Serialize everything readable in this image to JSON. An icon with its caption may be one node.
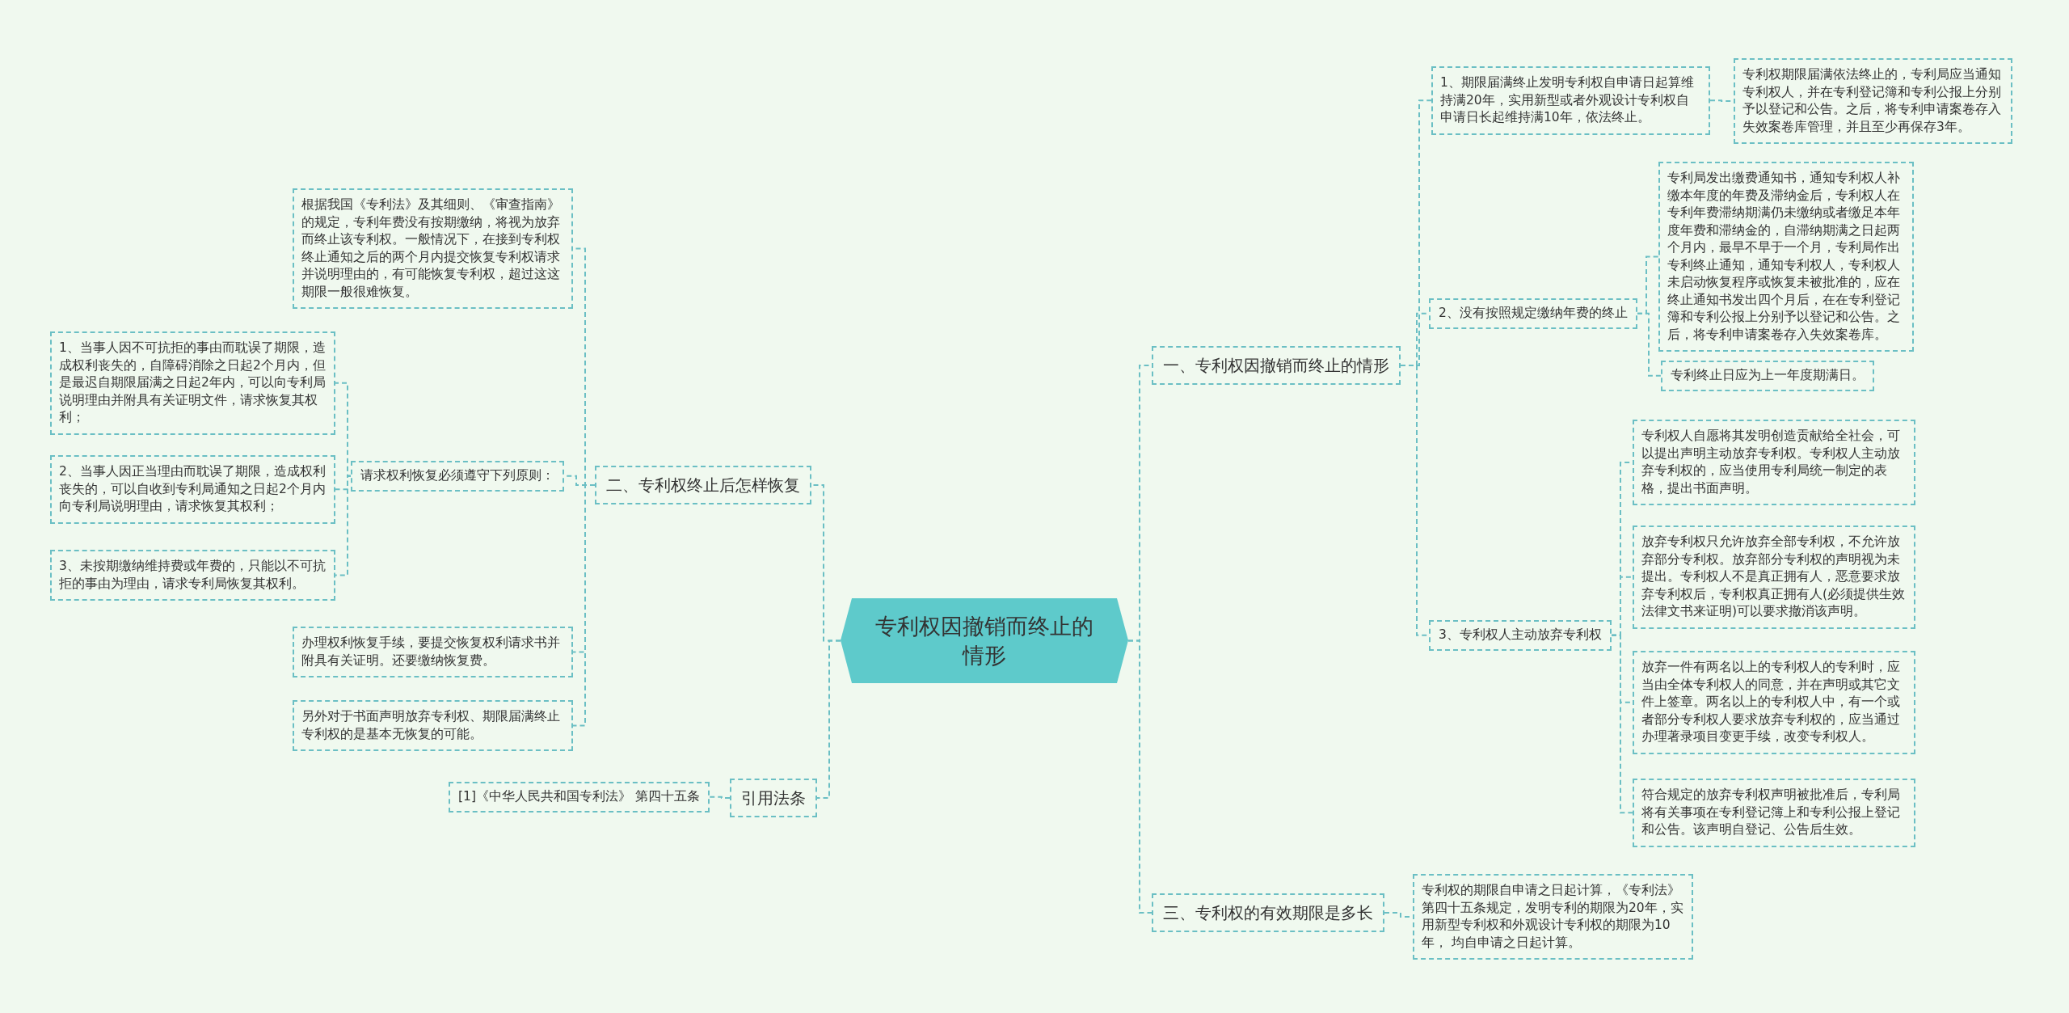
{
  "diagram": {
    "nodes": [
      {
        "text": [
          "专利权因撤销而终止的情形"
        ]
      },
      {
        "text": [
          "二、专利权终止后怎样恢复"
        ]
      },
      {
        "text": [
          "根据我国《专利法》及其细则、《审查指南》的规定，专利年费没有按期缴纳，将视为放弃而终止该专利权。一般情况下，在接到专利权终止通知之后的两个月内提交恢复专利权请求并说明理由的，有可能恢复专利权，超过这这期限一般很难恢复。"
        ]
      },
      {
        "text": [
          "请求权利恢复必须遵守下列原则："
        ]
      },
      {
        "text": [
          "1、当事人因不可抗拒的事由而耽误了期限，造成权利丧失的，自障碍消除之日起2个月内，但是最迟自期限届满之日起2年内，可以向专利局说明理由并附具有关证明文件，请求恢复其权利；"
        ]
      },
      {
        "text": [
          "2、当事人因正当理由而耽误了期限，造成权利丧失的，可以自收到专利局通知之日起2个月内向专利局说明理由，请求恢复其权利；"
        ]
      },
      {
        "text": [
          "3、未按期缴纳维持费或年费的，只能以不可抗拒的事由为理由，请求专利局恢复其权利。"
        ]
      },
      {
        "text": [
          "办理权利恢复手续，要提交恢复权利请求书并附具有关证明。还要缴纳恢复费。"
        ]
      },
      {
        "text": [
          "另外对于书面声明放弃专利权、期限届满终止专利权的是基本无恢复的可能。"
        ]
      },
      {
        "text": [
          "引用法条"
        ]
      },
      {
        "text": [
          "[1]《中华人民共和国专利法》 第四十五条"
        ]
      },
      {
        "text": [
          "一、专利权因撤销而终止的情形"
        ]
      },
      {
        "text": [
          "1、期限届满终止发明专利权自申请日起算维持满20年，实用新型或者外观设计专利权自申请日长起维持满10年，依法终止。"
        ]
      },
      {
        "text": [
          "专利权期限届满依法终止的，专利局应当通知专利权人，并在专利登记簿和专利公报上分别予以登记和公告。之后，将专利申请案卷存入失效案卷库管理，并且至少再保存3年。"
        ]
      },
      {
        "text": [
          "2、没有按照规定缴纳年费的终止"
        ]
      },
      {
        "text": [
          "专利局发出缴费通知书，通知专利权人补缴本年度的年费及滞纳金后，专利权人在专利年费滞纳期满仍未缴纳或者缴足本年度年费和滞纳金的，自滞纳期满之日起两个月内，最早不早于一个月，专利局作出专利终止通知，通知专利权人，专利权人未启动恢复程序或恢复未被批准的，应在终止通知书发出四个月后，在在专利登记簿和专利公报上分别予以登记和公告。之后，将专利申请案卷存入失效案卷库。"
        ]
      },
      {
        "text": [
          "专利终止日应为上一年度期满日。"
        ]
      },
      {
        "text": [
          "3、专利权人主动放弃专利权"
        ]
      },
      {
        "text": [
          "专利权人自愿将其发明创造贡献给全社会，可以提出声明主动放弃专利权。专利权人主动放弃专利权的，应当使用专利局统一制定的表格，提出书面声明。"
        ]
      },
      {
        "text": [
          "放弃专利权只允许放弃全部专利权，不允许放弃部分专利权。放弃部分专利权的声明视为未提出。专利权人不是真正拥有人，恶意要求放弃专利权后，专利权真正拥有人(必须提供生效法律文书来证明)可以要求撤消该声明。"
        ]
      },
      {
        "text": [
          "放弃一件有两名以上的专利权人的专利时，应当由全体专利权人的同意，并在声明或其它文件上签章。两名以上的专利权人中，有一个或者部分专利权人要求放弃专利权的，应当通过办理著录项目变更手续，改变专利权人。"
        ]
      },
      {
        "text": [
          "符合规定的放弃专利权声明被批准后，专利局将有关事项在专利登记簿上和专利公报上登记和公告。该声明自登记、公告后生效。"
        ]
      },
      {
        "text": [
          "三、专利权的有效期限是多长"
        ]
      },
      {
        "text": [
          "专利权的期限自申请之日起计算，《专利法》第四十五条规定，发明专利的期限为20年，实用新型专利权和外观设计专利权的期限为10年， 均自申请之日起计算。"
        ]
      }
    ],
    "edges": [
      {
        "from": 0,
        "to": 1,
        "arrow": "none"
      },
      {
        "from": 1,
        "to": 2,
        "arrow": "none"
      },
      {
        "from": 1,
        "to": 3,
        "arrow": "none"
      },
      {
        "from": 3,
        "to": 4,
        "arrow": "none"
      },
      {
        "from": 3,
        "to": 5,
        "arrow": "none"
      },
      {
        "from": 3,
        "to": 6,
        "arrow": "none"
      },
      {
        "from": 1,
        "to": 7,
        "arrow": "none"
      },
      {
        "from": 1,
        "to": 8,
        "arrow": "none"
      },
      {
        "from": 0,
        "to": 9,
        "arrow": "none"
      },
      {
        "from": 9,
        "to": 10,
        "arrow": "none"
      },
      {
        "from": 0,
        "to": 11,
        "arrow": "none"
      },
      {
        "from": 11,
        "to": 12,
        "arrow": "none"
      },
      {
        "from": 12,
        "to": 13,
        "arrow": "none"
      },
      {
        "from": 11,
        "to": 14,
        "arrow": "none"
      },
      {
        "from": 14,
        "to": 15,
        "arrow": "none"
      },
      {
        "from": 14,
        "to": 16,
        "arrow": "none"
      },
      {
        "from": 11,
        "to": 17,
        "arrow": "none"
      },
      {
        "from": 17,
        "to": 18,
        "arrow": "none"
      },
      {
        "from": 17,
        "to": 19,
        "arrow": "none"
      },
      {
        "from": 17,
        "to": 20,
        "arrow": "none"
      },
      {
        "from": 17,
        "to": 21,
        "arrow": "none"
      },
      {
        "from": 0,
        "to": 22,
        "arrow": "none"
      },
      {
        "from": 22,
        "to": 23,
        "arrow": "none"
      }
    ]
  }
}
